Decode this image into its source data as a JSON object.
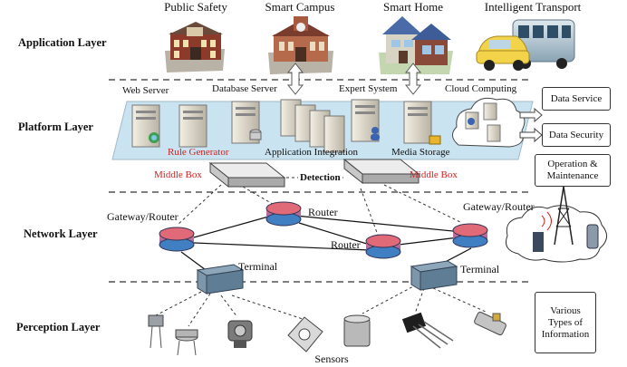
{
  "layers": {
    "application": "Application Layer",
    "platform": "Platform Layer",
    "network": "Network Layer",
    "perception": "Perception Layer"
  },
  "applications": {
    "public_safety": "Public Safety",
    "smart_campus": "Smart Campus",
    "smart_home": "Smart Home",
    "intelligent_transport": "Intelligent Transport"
  },
  "platform": {
    "web_server": "Web Server",
    "database_server": "Database Server",
    "expert_system": "Expert System",
    "cloud_computing": "Cloud Computing",
    "rule_generator": "Rule Generator",
    "application_integration": "Application Integration",
    "media_storage": "Media Storage",
    "data_service": "Data Service",
    "data_security": "Data Security"
  },
  "network": {
    "middle_box": "Middle Box",
    "detection": "Detection",
    "gateway_router": "Gateway/Router",
    "router": "Router",
    "terminal": "Terminal",
    "operation_maintenance": "Operation & Maintenance"
  },
  "perception": {
    "sensors": "Sensors",
    "info_box": "Various Types of Information"
  },
  "colors": {
    "platform_fill": "#c9e3f0",
    "router_top": "#e06a78",
    "router_bottom": "#3f7fc2",
    "label_red": "#d0201e"
  }
}
